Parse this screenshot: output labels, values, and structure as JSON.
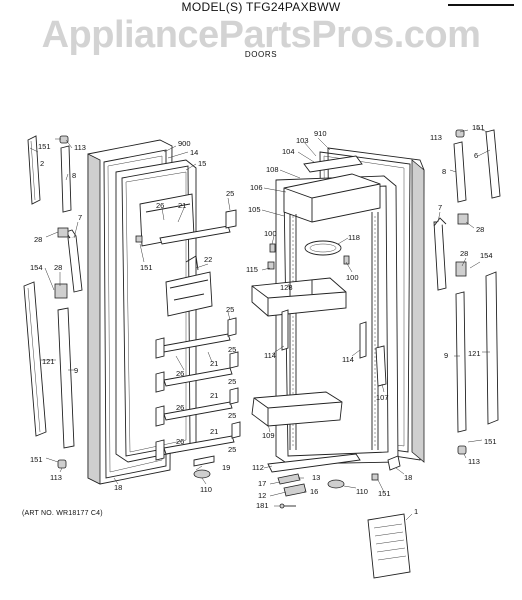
{
  "header": {
    "model": "MODEL(S) TFG24PAXBWW",
    "watermark": "AppliancePartsPros.com",
    "section": "DOORS"
  },
  "art_number": "(ART NO. WR18177 C4)",
  "part_labels": [
    "900",
    "14",
    "15",
    "25",
    "26",
    "21",
    "22",
    "151",
    "2",
    "7",
    "28",
    "154",
    "121",
    "9",
    "113",
    "8",
    "18",
    "19",
    "110",
    "910",
    "103",
    "104",
    "108",
    "106",
    "105",
    "100",
    "118",
    "115",
    "128",
    "114",
    "107",
    "109",
    "112",
    "17",
    "13",
    "12",
    "16",
    "181",
    "1",
    "6"
  ]
}
